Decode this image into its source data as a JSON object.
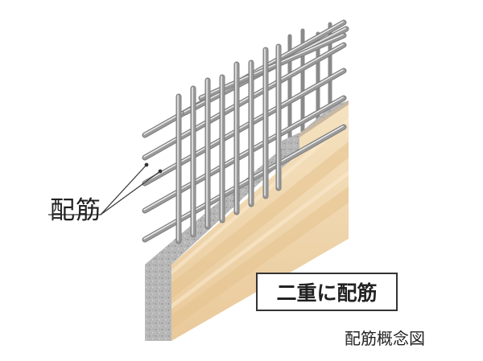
{
  "labels": {
    "rebar": "配筋",
    "double_rebar": "二重に配筋",
    "caption": "配筋概念図"
  },
  "colors": {
    "wood_light": "#f7e6c6",
    "wood_mid": "#eccd9a",
    "wood_side": "#e8c79c",
    "concrete": "#b4b4b4",
    "rebar": "#9a9a9a",
    "rebar_highlight": "#f2f2f2"
  }
}
